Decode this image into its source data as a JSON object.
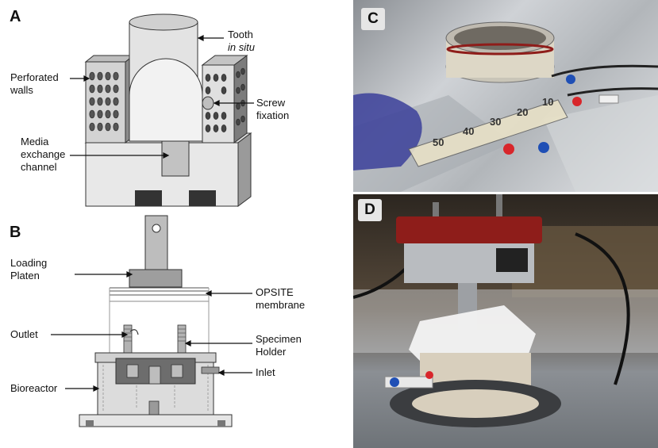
{
  "panels": {
    "a": {
      "letter": "A"
    },
    "b": {
      "letter": "B"
    },
    "c": {
      "letter": "C"
    },
    "d": {
      "letter": "D"
    }
  },
  "labels_a": {
    "tooth": "Tooth",
    "in_situ": "in situ",
    "perforated_1": "Perforated",
    "perforated_2": "walls",
    "screw_1": "Screw",
    "screw_2": "fixation",
    "media_1": "Media",
    "media_2": "exchange",
    "media_3": "channel"
  },
  "labels_b": {
    "loading_1": "Loading",
    "loading_2": "Platen",
    "opsite_1": "OPSITE",
    "opsite_2": "membrane",
    "outlet": "Outlet",
    "specimen_1": "Specimen",
    "specimen_2": "Holder",
    "inlet": "Inlet",
    "bioreactor": "Bioreactor"
  },
  "syringe_ticks": [
    "10",
    "20",
    "30",
    "40",
    "50"
  ],
  "colors": {
    "cad_face": "#e6e6e6",
    "cad_shade": "#b4b4b4",
    "cad_dark": "#7a7a7a",
    "red_cap": "#d8262b",
    "blue_cap": "#1f4fb5",
    "dark_red_ring": "#8e1d1a"
  }
}
